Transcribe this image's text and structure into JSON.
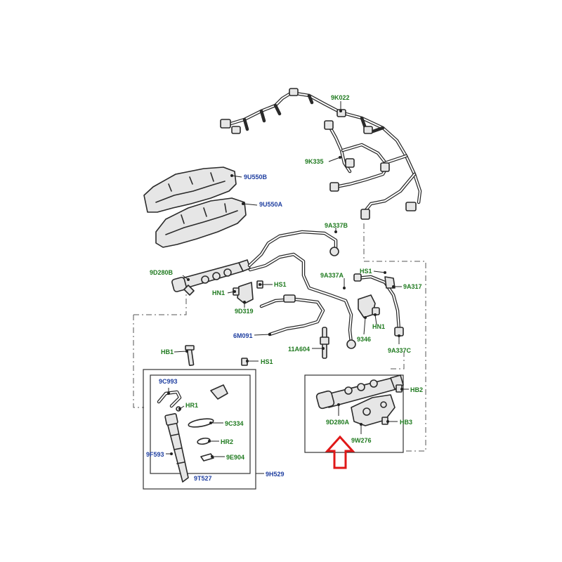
{
  "colors": {
    "label_green": "#1f7a1f",
    "label_blue": "#1f3fa0",
    "outline": "#2a2a2a",
    "highlight_arrow": "#e01818"
  },
  "labels": {
    "9K022": "9K022",
    "9K335": "9K335",
    "9U550B": "9U550B",
    "9U550A": "9U550A",
    "9A337B": "9A337B",
    "9D280B": "9D280B",
    "HS1_a": "HS1",
    "HS1_b": "HS1",
    "HS1_c": "HS1",
    "9A317": "9A317",
    "9A337A": "9A337A",
    "HN1_a": "HN1",
    "HN1_b": "HN1",
    "9D319": "9D319",
    "9346": "9346",
    "6M091": "6M091",
    "9A337C": "9A337C",
    "11A604": "11A604",
    "HB1": "HB1",
    "9C993": "9C993",
    "HR1": "HR1",
    "9C334": "9C334",
    "HR2": "HR2",
    "9E904": "9E904",
    "9F593": "9F593",
    "9T527": "9T527",
    "9H529": "9H529",
    "HB2": "HB2",
    "9D280A": "9D280A",
    "HB3": "HB3",
    "9W276": "9W276"
  }
}
